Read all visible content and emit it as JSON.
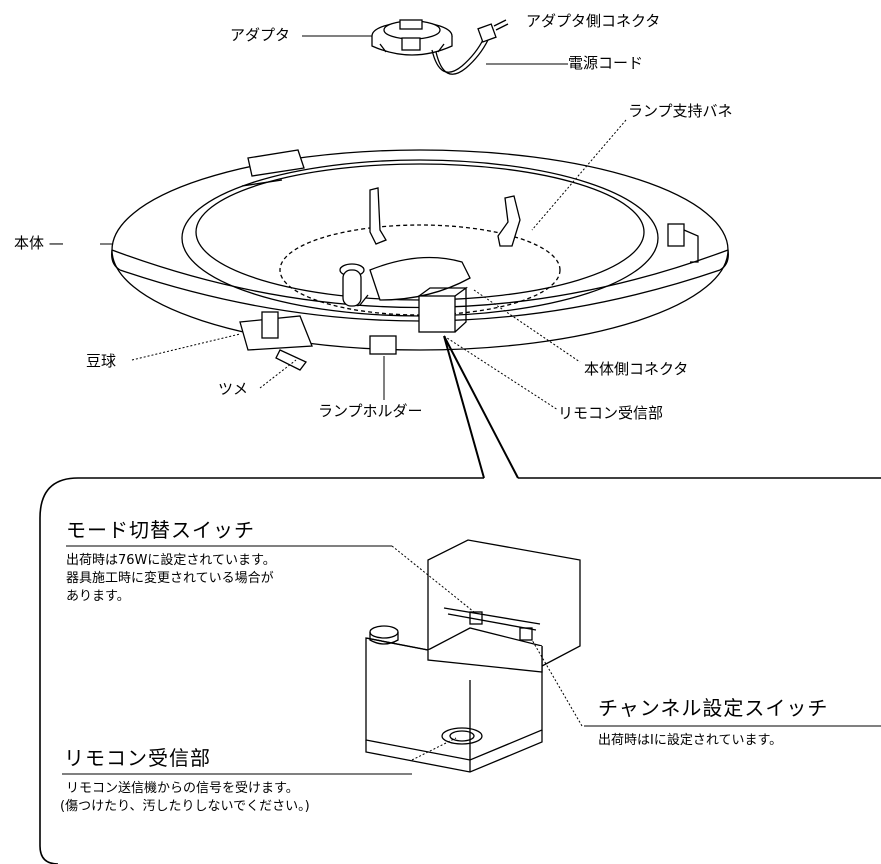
{
  "labels": {
    "adapter": "アダプタ",
    "adapter_connector": "アダプタ側コネクタ",
    "power_cord": "電源コード",
    "lamp_spring": "ランプ支持バネ",
    "body": "本体",
    "bulb": "豆球",
    "claw": "ツメ",
    "lamp_holder": "ランプホルダー",
    "body_connector": "本体側コネクタ",
    "remote_receiver": "リモコン受信部"
  },
  "detail": {
    "mode_switch": {
      "title": "モード切替スイッチ",
      "note_lines": [
        "出荷時は76Wに設定されています。",
        "器具施工時に変更されている場合が",
        "あります。"
      ]
    },
    "channel_switch": {
      "title": "チャンネル設定スイッチ",
      "note": "出荷時はⅠに設定されています。"
    },
    "receiver": {
      "title": "リモコン受信部",
      "note_lines": [
        "リモコン送信機からの信号を受けます。",
        "(傷つけたり、汚したりしないでください。)"
      ]
    }
  }
}
